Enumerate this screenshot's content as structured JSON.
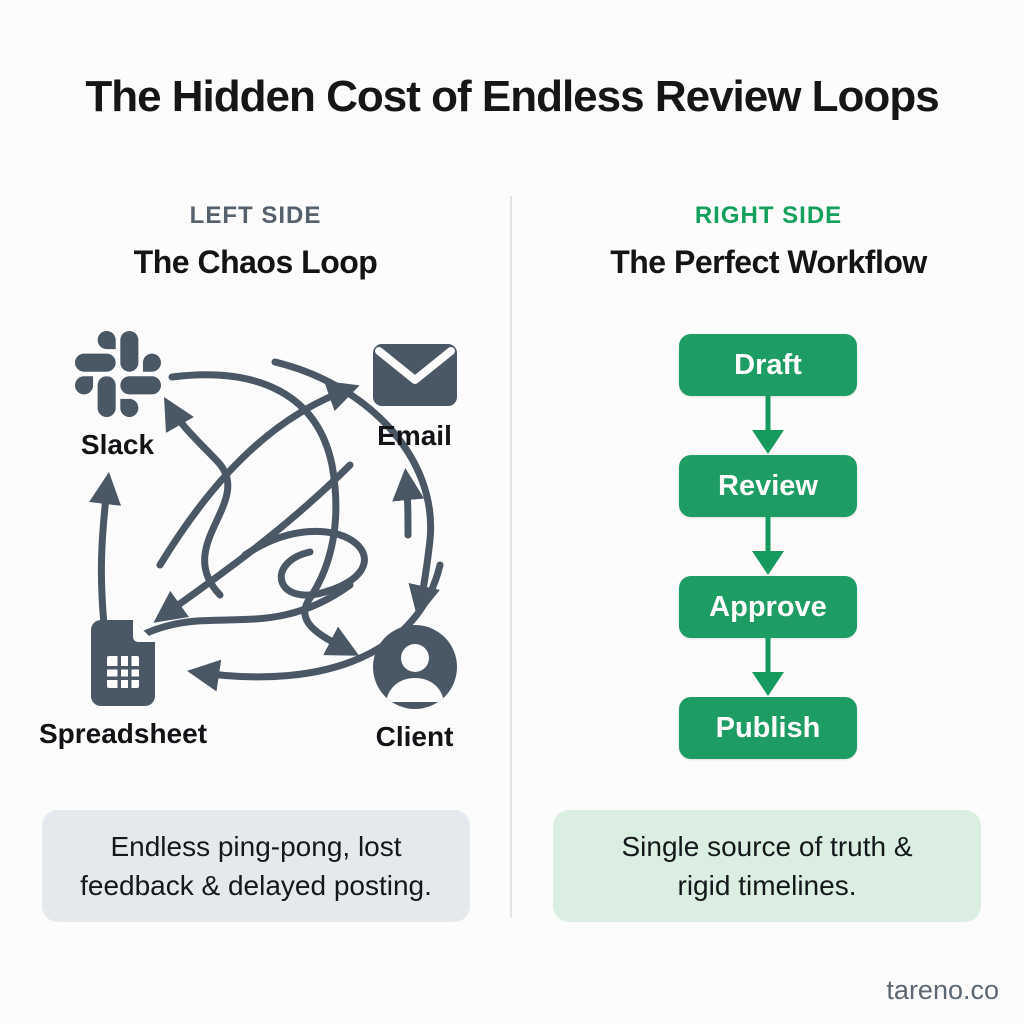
{
  "title": "The Hidden Cost of Endless Review Loops",
  "left_panel": {
    "eyebrow": "LEFT SIDE",
    "heading": "The Chaos Loop",
    "nodes": [
      {
        "label": "Slack",
        "icon": "slack-icon"
      },
      {
        "label": "Email",
        "icon": "email-icon"
      },
      {
        "label": "Spreadsheet",
        "icon": "spreadsheet-icon"
      },
      {
        "label": "Client",
        "icon": "client-icon"
      }
    ],
    "caption": "Endless ping-pong, lost\nfeedback & delayed posting."
  },
  "right_panel": {
    "eyebrow": "RIGHT SIDE",
    "heading": "The Perfect Workflow",
    "steps": [
      "Draft",
      "Review",
      "Approve",
      "Publish"
    ],
    "caption": "Single source of truth &\nrigid timelines."
  },
  "watermark": "tareno.co",
  "colors": {
    "chaos_slate": "#4a5866",
    "flow_green": "#1d9c63",
    "right_eyebrow_green": "#12a05b",
    "left_eyebrow_slate": "#56616e",
    "left_caption_bg": "#e5e8ec",
    "right_caption_bg": "#daeee2"
  }
}
